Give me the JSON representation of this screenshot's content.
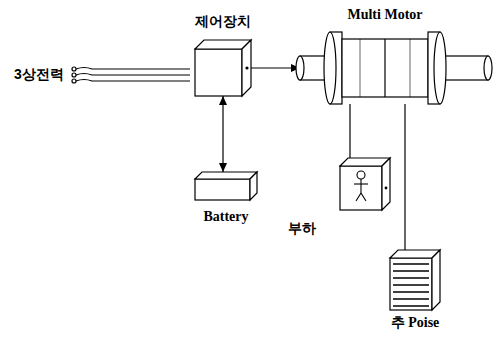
{
  "diagram": {
    "nodes": [
      {
        "text": [
          "제어장치"
        ]
      },
      {
        "text": [
          "Battery"
        ]
      },
      {
        "text": [
          "Multi Motor"
        ]
      },
      {
        "text": [
          "부하"
        ]
      },
      {
        "text": [
          "추 Poise"
        ]
      }
    ],
    "edges": [
      {
        "from": 0,
        "to": 2,
        "arrow": "to"
      },
      {
        "from": 0,
        "to": 1,
        "arrow": "both"
      },
      {
        "from": 2,
        "to": 3,
        "arrow": "none"
      },
      {
        "from": 2,
        "to": 4,
        "arrow": "none"
      }
    ],
    "labels": [
      "3상전력"
    ]
  }
}
